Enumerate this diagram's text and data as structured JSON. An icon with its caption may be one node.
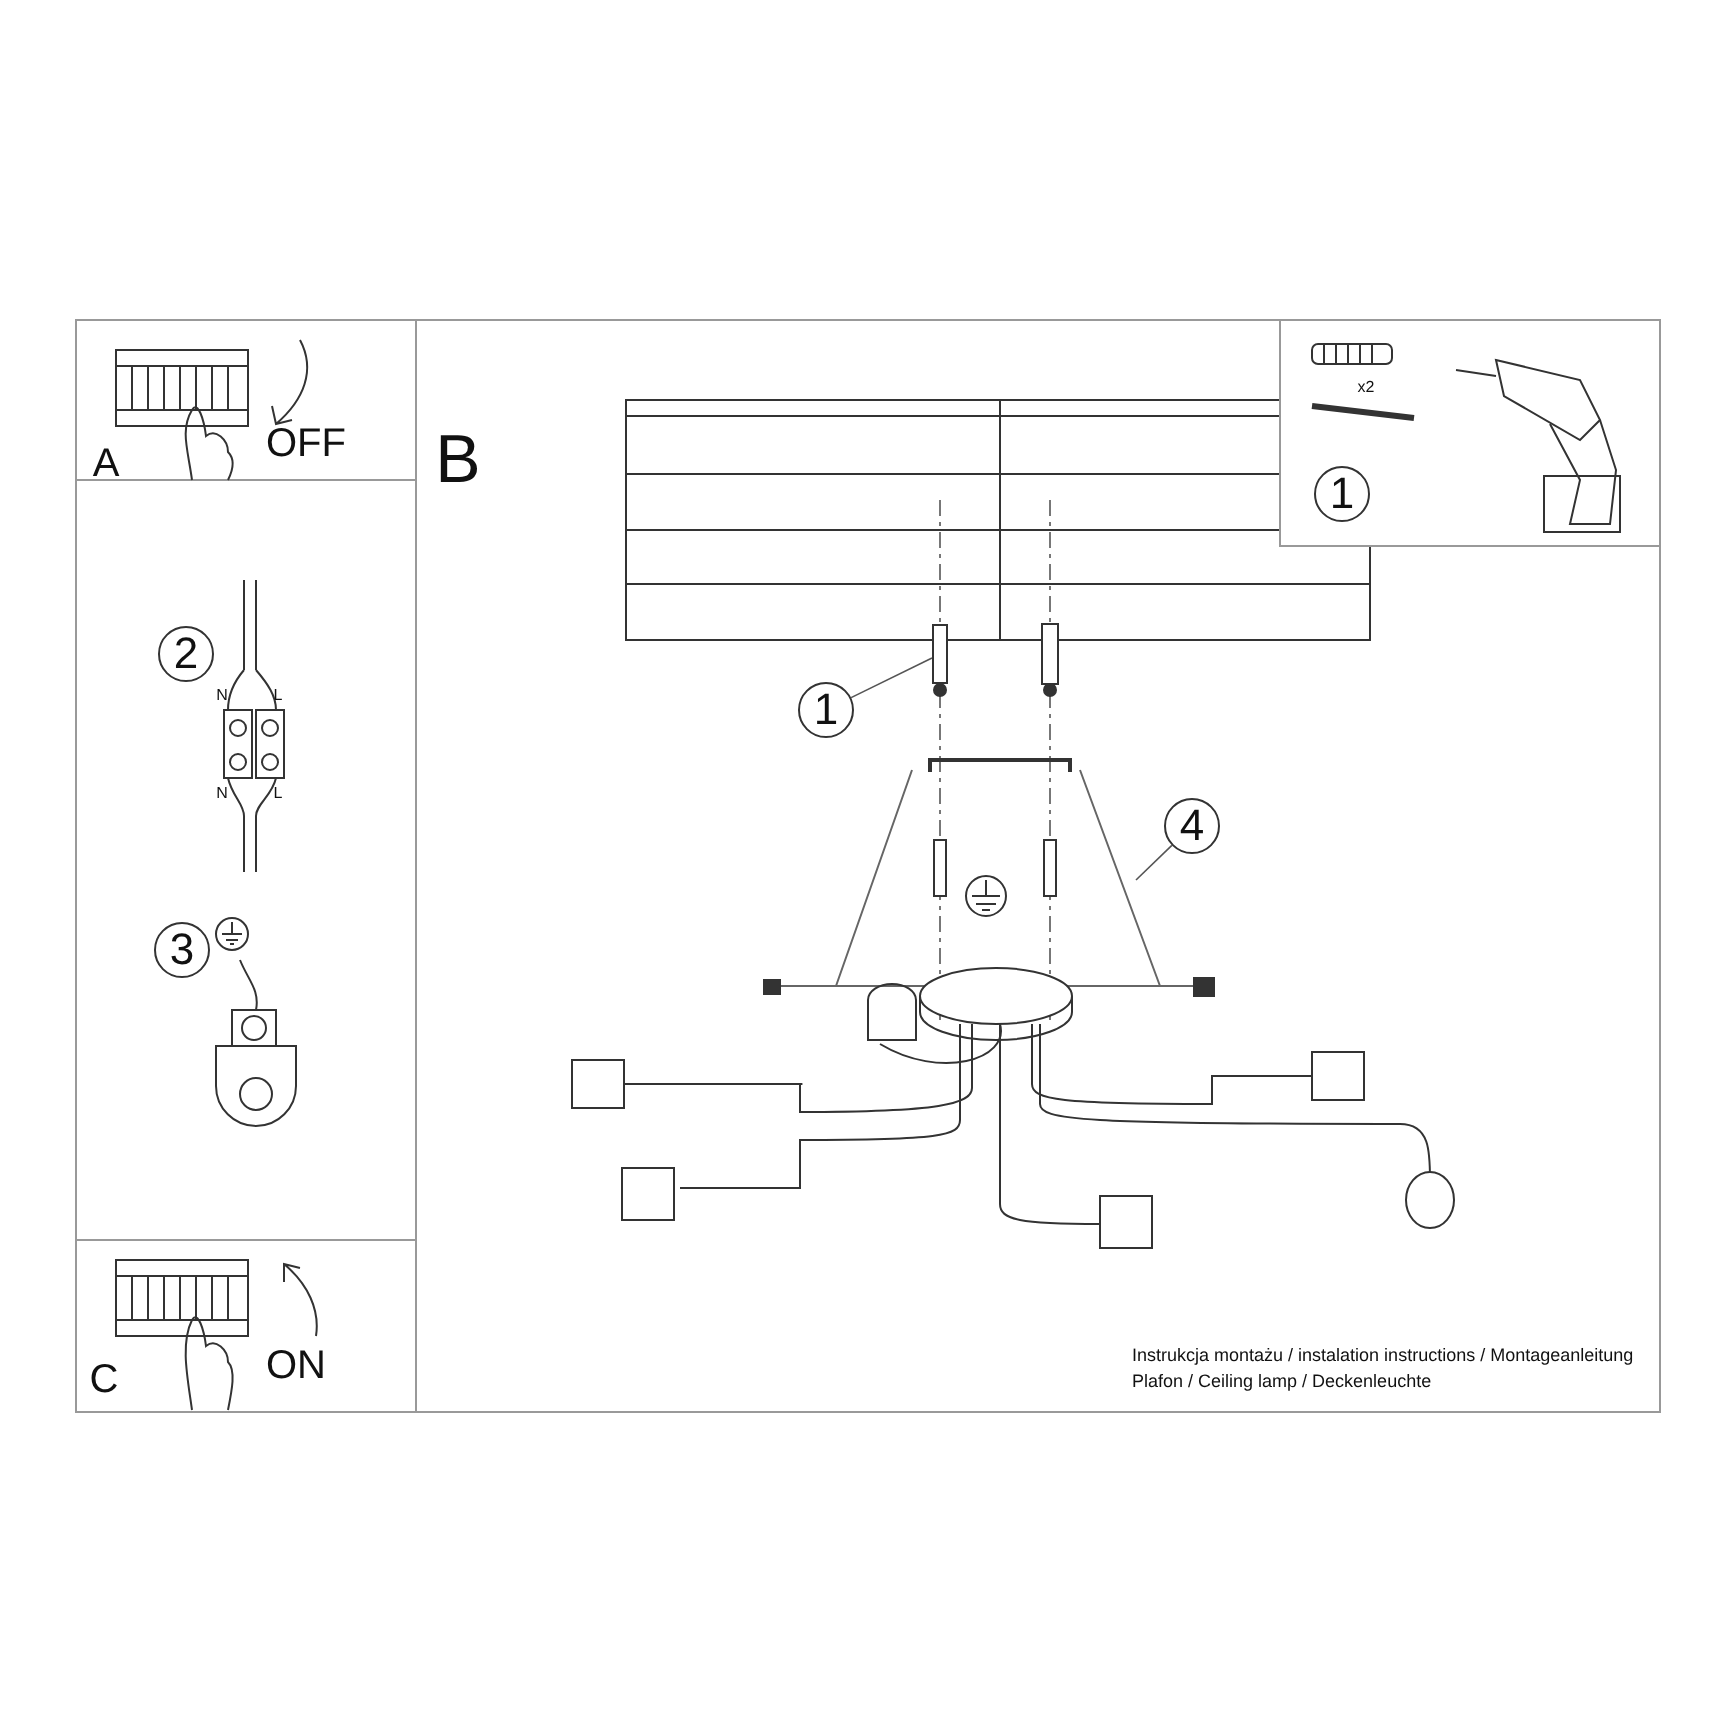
{
  "diagram": {
    "nodes": [
      {
        "text": [
          "1"
        ]
      },
      {
        "text": [
          "4"
        ]
      },
      {
        "text": [
          "1"
        ]
      },
      {
        "text": [
          "2"
        ]
      },
      {
        "text": [
          "3"
        ]
      },
      {
        "text": [],
        "shape": "box"
      }
    ],
    "edges": [
      {
        "from": 0,
        "to": 5,
        "arrow": "none"
      },
      {
        "from": 1,
        "to": null,
        "arrow": "none"
      }
    ],
    "labels": [
      "A",
      "OFF",
      "B",
      "x2",
      "N",
      "L",
      "N",
      "L",
      "C",
      "ON",
      "Instrukcja montażu / instalation instructions / Montageanleitung",
      "Plafon / Ceiling lamp / Deckenleuchte"
    ]
  }
}
